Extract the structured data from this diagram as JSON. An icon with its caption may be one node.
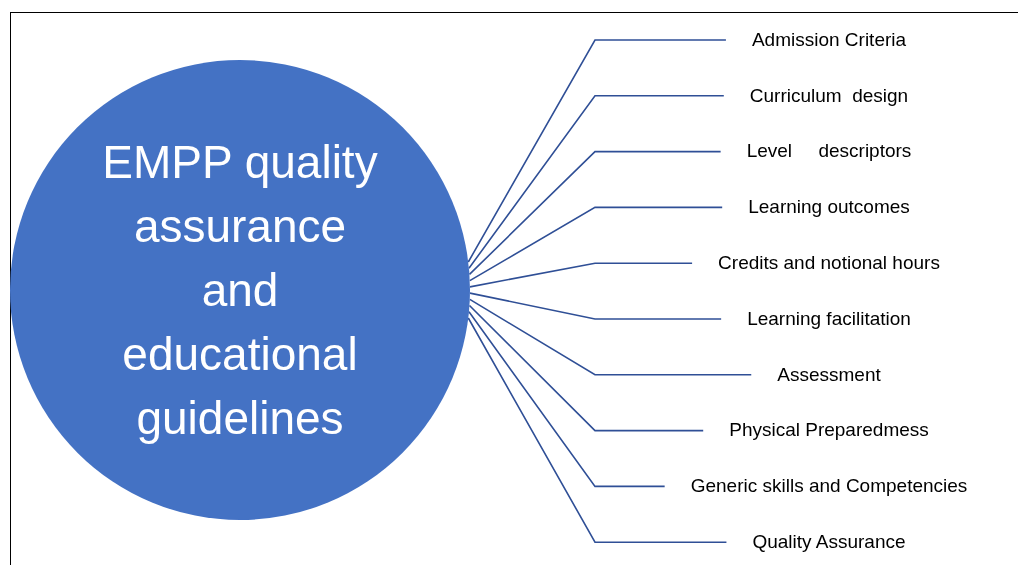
{
  "diagram": {
    "nodes": [
      {
        "text": [
          "EMPP quality assurance and educational guidelines"
        ]
      },
      {
        "text": [
          "Admission Criteria"
        ]
      },
      {
        "text": [
          "Curriculum  design"
        ]
      },
      {
        "text": [
          "Level     descriptors"
        ]
      },
      {
        "text": [
          "Learning outcomes"
        ]
      },
      {
        "text": [
          "Credits and notional hours"
        ]
      },
      {
        "text": [
          "Learning facilitation"
        ]
      },
      {
        "text": [
          "Assessment"
        ]
      },
      {
        "text": [
          "Physical Preparedmess"
        ]
      },
      {
        "text": [
          "Generic skills and Competencies"
        ]
      },
      {
        "text": [
          "Quality Assurance"
        ]
      }
    ],
    "edges": [
      {
        "from": 0,
        "to": 1,
        "arrow": "none"
      },
      {
        "from": 0,
        "to": 2,
        "arrow": "none"
      },
      {
        "from": 0,
        "to": 3,
        "arrow": "none"
      },
      {
        "from": 0,
        "to": 4,
        "arrow": "none"
      },
      {
        "from": 0,
        "to": 5,
        "arrow": "none"
      },
      {
        "from": 0,
        "to": 6,
        "arrow": "none"
      },
      {
        "from": 0,
        "to": 7,
        "arrow": "none"
      },
      {
        "from": 0,
        "to": 8,
        "arrow": "none"
      },
      {
        "from": 0,
        "to": 9,
        "arrow": "none"
      },
      {
        "from": 0,
        "to": 10,
        "arrow": "none"
      }
    ]
  }
}
